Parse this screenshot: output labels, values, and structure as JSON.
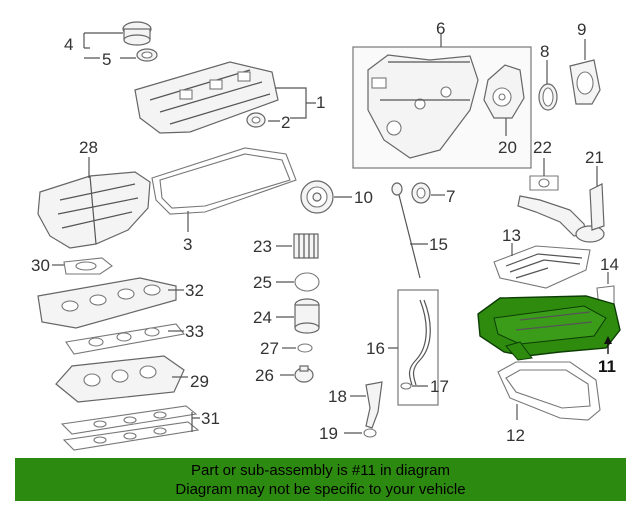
{
  "callouts": {
    "n1": "1",
    "n2": "2",
    "n3": "3",
    "n4": "4",
    "n5": "5",
    "n6": "6",
    "n7": "7",
    "n8": "8",
    "n9": "9",
    "n10": "10",
    "n11": "11",
    "n12": "12",
    "n13": "13",
    "n14": "14",
    "n15": "15",
    "n16": "16",
    "n17": "17",
    "n18": "18",
    "n19": "19",
    "n20": "20",
    "n21": "21",
    "n22": "22",
    "n23": "23",
    "n24": "24",
    "n25": "25",
    "n26": "26",
    "n27": "27",
    "n28": "28",
    "n29": "29",
    "n30": "30",
    "n31": "31",
    "n32": "32",
    "n33": "33"
  },
  "highlighted_part": "11",
  "colors": {
    "highlight": "#2e8b0e",
    "banner": "#2d8a10"
  },
  "banner": {
    "line1": "Part or sub-assembly is #11 in diagram",
    "line2": "Diagram may not be specific to your vehicle"
  }
}
